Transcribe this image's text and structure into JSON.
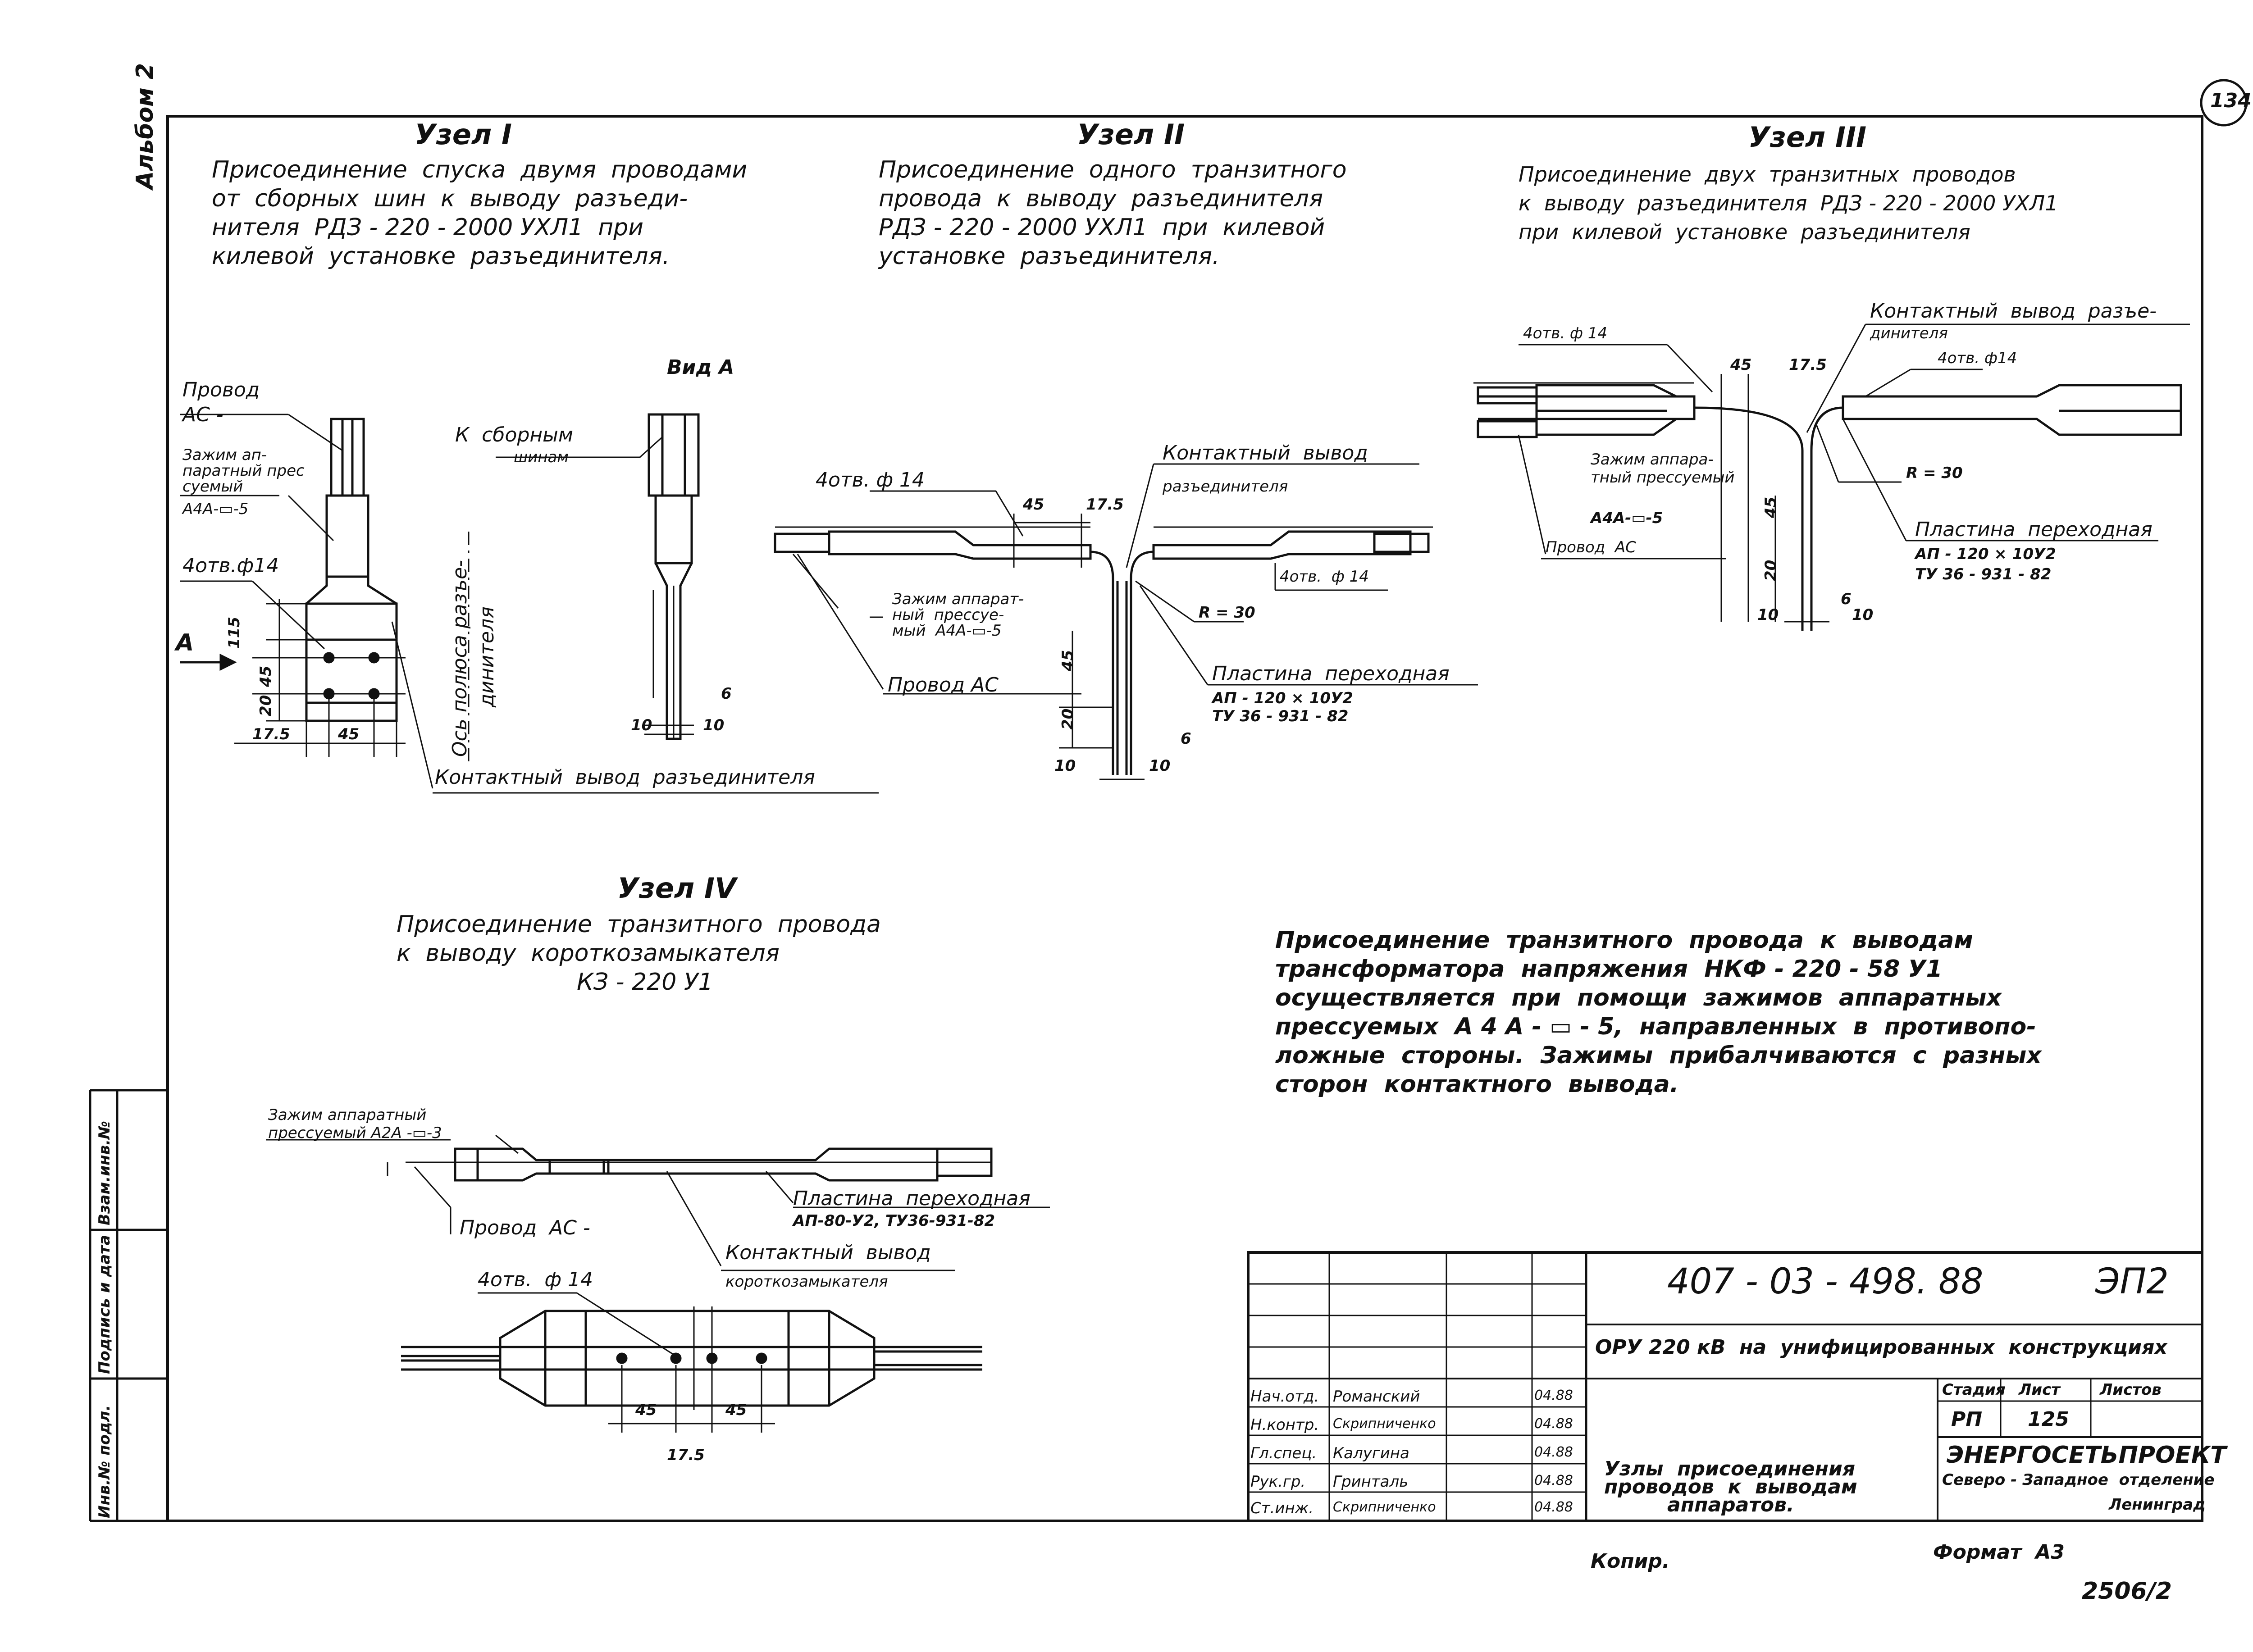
{
  "margin": {
    "album": "Альбом 2",
    "sheet_no": "134",
    "side_cells": [
      "Инв.№ подл.",
      "Подпись и дата",
      "Взам.инв.№"
    ]
  },
  "node1": {
    "title": "Узел I",
    "desc": [
      "Присоединение  спуска  двумя  проводами",
      "от  сборных  шин  к  выводу  разъеди-",
      "нителя  РДЗ - 220 - 2000 УХЛ1  при",
      "килевой  установке  разъединителя."
    ],
    "view_title": "Вид А",
    "labels": {
      "wire": "Провод",
      "wire_type": "АС -",
      "clamp": "Зажим ап-",
      "clamp2": "паратный прес",
      "clamp3": "суемый",
      "clamp4": "А4А-▭-5",
      "holes": "4отв.ф14",
      "to_buses": "К  сборным",
      "to_buses2": "шинам",
      "axis": "Ось полюса разъе-",
      "axis2": "динителя",
      "contact": "Контактный  вывод  разъединителя",
      "arrow_a": "А"
    },
    "dims": [
      "115",
      "45",
      "20",
      "17.5",
      "45",
      "6",
      "10",
      "10"
    ]
  },
  "node2": {
    "title": "Узел II",
    "desc": [
      "Присоединение  одного  транзитного",
      "провода  к  выводу  разъединителя",
      "РДЗ - 220 - 2000 УХЛ1  при  килевой",
      "установке  разъединителя."
    ],
    "labels": {
      "holes_left": "4отв. ф 14",
      "contact": "Контактный  вывод",
      "contact2": "разъединителя",
      "clamp": "Зажим аппарат-",
      "clamp2": "ный  прессуе-",
      "clamp3": "мый  А4А-▭-5",
      "wire": "Провод АС",
      "holes_right": "4отв.  ф 14",
      "radius": "R = 30",
      "plate": "Пластина  переходная",
      "plate2": "АП - 120 × 10У2",
      "plate3": "ТУ 36 - 931 - 82"
    },
    "dims": [
      "45",
      "17.5",
      "45",
      "20",
      "6",
      "10",
      "10"
    ]
  },
  "node3": {
    "title": "Узел III",
    "desc": [
      "Присоединение  двух  транзитных  проводов",
      "к  выводу  разъединителя  РДЗ - 220 - 2000 УХЛ1",
      "при  килевой  установке  разъединителя"
    ],
    "labels": {
      "holes_left": "4отв. ф 14",
      "contact": "Контактный  вывод  разъе-",
      "contact2": "динителя",
      "holes_right": "4отв. ф14",
      "clamp": "Зажим аппара-",
      "clamp2": "тный прессуемый",
      "clamp3": "А4А-▭-5",
      "wire": "Провод  АС",
      "radius": "R = 30",
      "plate": "Пластина  переходная",
      "plate2": "АП - 120 × 10У2",
      "plate3": "ТУ 36 - 931 - 82"
    },
    "dims": [
      "45",
      "17.5",
      "45",
      "20",
      "6",
      "10",
      "10"
    ]
  },
  "node4": {
    "title": "Узел IV",
    "desc": [
      "Присоединение  транзитного  провода",
      "к  выводу  короткозамыкателя",
      "КЗ - 220 У1"
    ],
    "labels": {
      "clamp": "Зажим аппаратный",
      "clamp2": "прессуемый А2А -▭-3",
      "wire": "Провод  АС -",
      "plate": "Пластина  переходная",
      "plate2": "АП-80-У2, ТУ36-931-82",
      "contact": "Контактный  вывод",
      "contact2": "короткозамыкателя",
      "holes": "4отв.  ф 14"
    },
    "dims": [
      "45",
      "45",
      "17.5"
    ]
  },
  "note": [
    "Присоединение  транзитного  провода  к  выводам",
    "трансформатора  напряжения  НКФ - 220 - 58 У1",
    "осуществляется  при  помощи  зажимов  аппаратных",
    "прессуемых  А 4 А - ▭ - 5,  направленных  в  противопо-",
    "ложные  стороны.  Зажимы  прибалчиваются  с  разных",
    "сторон  контактного  вывода."
  ],
  "stamp": {
    "doc_no": "407 - 03 - 498. 88",
    "mark": "ЭП2",
    "project": "ОРУ 220 кВ  на  унифицированных  конструкциях",
    "title": [
      "Узлы  присоединения",
      "проводов  к  выводам",
      "аппаратов."
    ],
    "stage_head": "Стадия",
    "sheet_head": "Лист",
    "sheets_head": "Листов",
    "stage": "РП",
    "sheet": "125",
    "sheets": "",
    "org": "ЭНЕРГОСЕТЬПРОЕКТ",
    "org2": "Северо - Западное  отделение",
    "org3": "Ленинград",
    "rows": [
      {
        "role": "Нач.отд.",
        "name": "Романский",
        "date": "04.88"
      },
      {
        "role": "Н.контр.",
        "name": "Скрипниченко",
        "date": "04.88"
      },
      {
        "role": "Гл.спец.",
        "name": "Калугина",
        "date": "04.88"
      },
      {
        "role": "Рук.гр.",
        "name": "Гринталь",
        "date": "04.88"
      },
      {
        "role": "Ст.инж.",
        "name": "Скрипниченко",
        "date": "04.88"
      }
    ]
  },
  "bottom": {
    "copy": "Копир.",
    "format": "Формат  А3",
    "code": "2506/2"
  }
}
